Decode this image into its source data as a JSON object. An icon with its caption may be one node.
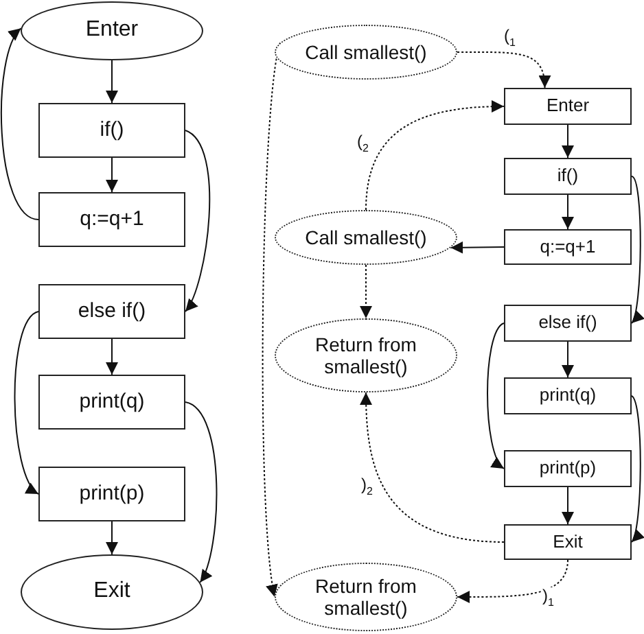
{
  "diagram": {
    "nodes": [
      {
        "text": [
          "Enter"
        ]
      },
      {
        "text": [
          "if()"
        ]
      },
      {
        "text": [
          "q:=q+1"
        ]
      },
      {
        "text": [
          "else if()"
        ]
      },
      {
        "text": [
          "print(q)"
        ]
      },
      {
        "text": [
          "print(p)"
        ]
      },
      {
        "text": [
          "Exit"
        ]
      },
      {
        "text": [
          "Call smallest()"
        ]
      },
      {
        "text": [
          "Enter"
        ]
      },
      {
        "text": [
          "if()"
        ]
      },
      {
        "text": [
          "q:=q+1"
        ]
      },
      {
        "text": [
          "Call smallest()"
        ]
      },
      {
        "text": [
          "Return from smallest()"
        ]
      },
      {
        "text": [
          "else if()"
        ]
      },
      {
        "text": [
          "print(q)"
        ]
      },
      {
        "text": [
          "print(p)"
        ]
      },
      {
        "text": [
          "Exit"
        ]
      },
      {
        "text": [
          "Return from smallest()"
        ]
      }
    ],
    "edges": [
      {
        "from": 0,
        "to": 1,
        "arrow": "to"
      },
      {
        "from": 1,
        "to": 2,
        "arrow": "to"
      },
      {
        "from": 2,
        "to": 0,
        "arrow": "to"
      },
      {
        "from": 1,
        "to": 3,
        "arrow": "to"
      },
      {
        "from": 3,
        "to": 4,
        "arrow": "to"
      },
      {
        "from": 3,
        "to": 5,
        "arrow": "to"
      },
      {
        "from": 5,
        "to": 6,
        "arrow": "to"
      },
      {
        "from": 4,
        "to": 6,
        "arrow": "to"
      },
      {
        "from": 7,
        "to": 8,
        "arrow": "to",
        "style": "dashed",
        "label": "($_{1}$"
      },
      {
        "from": 11,
        "to": 8,
        "arrow": "to",
        "style": "dashed",
        "label": "($_{2}$"
      },
      {
        "from": 8,
        "to": 9,
        "arrow": "to"
      },
      {
        "from": 9,
        "to": 10,
        "arrow": "to"
      },
      {
        "from": 10,
        "to": 11,
        "arrow": "to"
      },
      {
        "from": 11,
        "to": 12,
        "arrow": "to",
        "style": "dashed"
      },
      {
        "from": 9,
        "to": 13,
        "arrow": "to"
      },
      {
        "from": 13,
        "to": 14,
        "arrow": "to"
      },
      {
        "from": 13,
        "to": 15,
        "arrow": "to"
      },
      {
        "from": 15,
        "to": 16,
        "arrow": "to"
      },
      {
        "from": 14,
        "to": 16,
        "arrow": "to"
      },
      {
        "from": 16,
        "to": 12,
        "arrow": "to",
        "style": "dashed",
        "label": ")$_{2}$"
      },
      {
        "from": 16,
        "to": 17,
        "arrow": "to",
        "style": "dashed",
        "label": ")$_{1}$"
      },
      {
        "from": 7,
        "to": 17,
        "arrow": "to",
        "style": "dashed"
      }
    ]
  }
}
